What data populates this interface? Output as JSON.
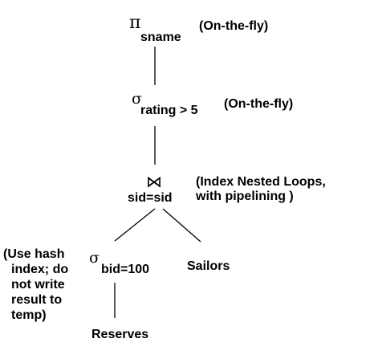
{
  "projection": {
    "symbol": "π",
    "subscript": "sname",
    "annotation": "(On-the-fly)"
  },
  "selection_rating": {
    "symbol": "σ",
    "subscript": "rating > 5",
    "annotation": "(On-the-fly)"
  },
  "join": {
    "symbol": "⋈",
    "condition": "sid=sid",
    "annotation_line1": "(Index Nested Loops,",
    "annotation_line2": "with pipelining )"
  },
  "selection_bid": {
    "symbol": "σ",
    "subscript": "bid=100",
    "annotation_lines": [
      "(Use hash",
      "index; do",
      "not write",
      "result to",
      "temp)"
    ]
  },
  "sailors": {
    "label": "Sailors"
  },
  "reserves": {
    "label": "Reserves"
  }
}
